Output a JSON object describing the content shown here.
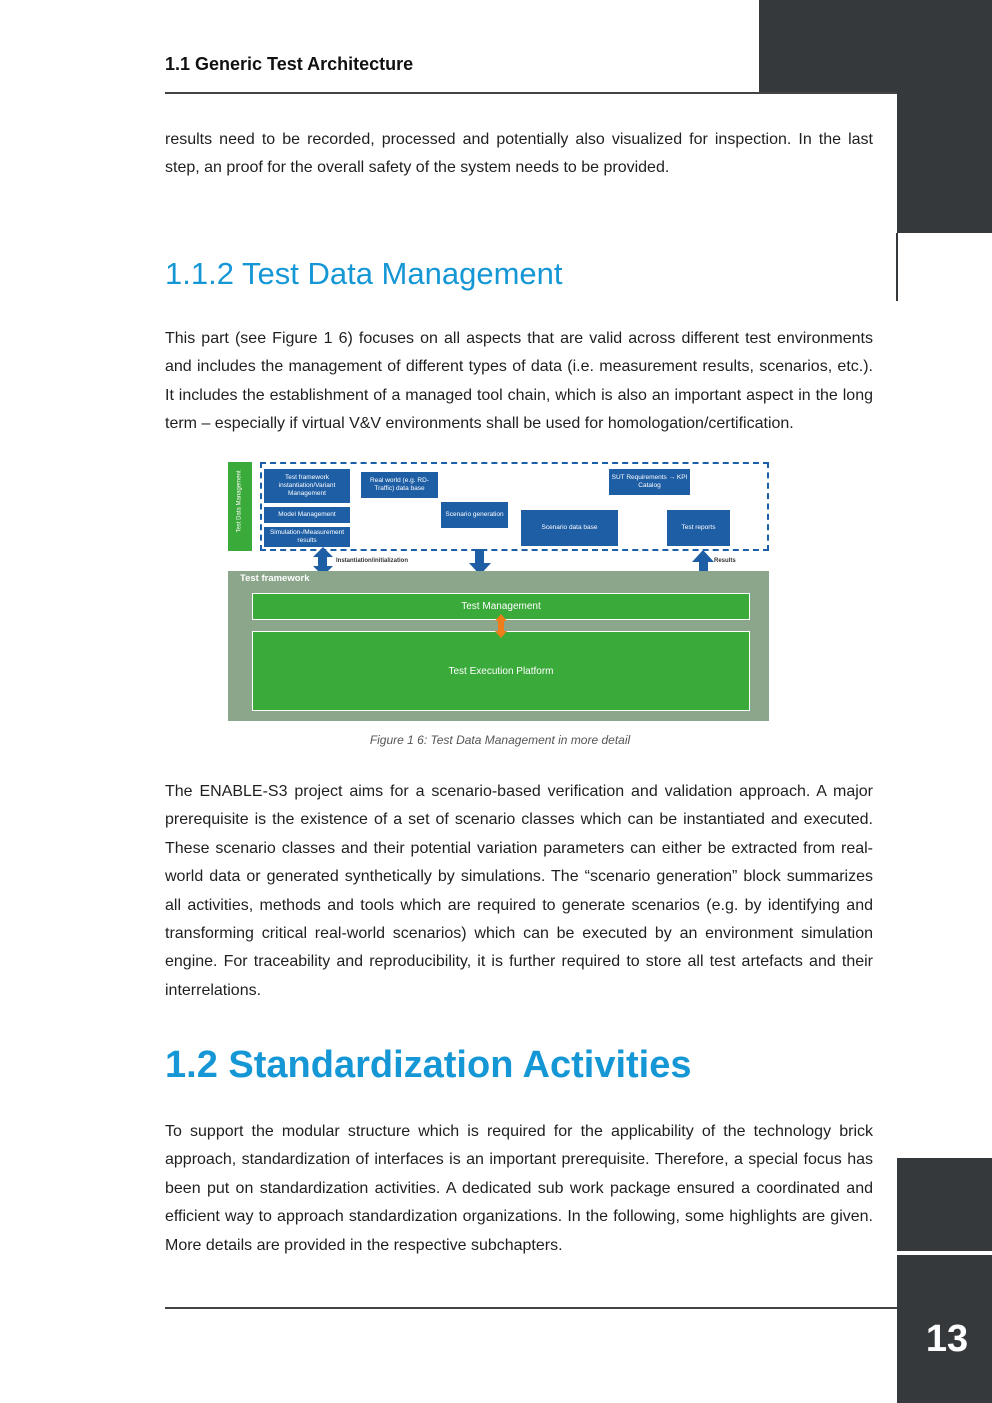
{
  "header": {
    "title": "1.1 Generic Test Architecture"
  },
  "intro_paragraph": "results need to be recorded, processed and potentially also visualized for inspection. In the last step, an proof for the overall safety of the system needs to be provided.",
  "section_112": {
    "heading": "1.1.2 Test Data Management",
    "paragraph": "This part (see Figure 1 6) focuses on all aspects that are valid across different test environments and includes the management of different types of data (i.e. measurement results, scenarios, etc.). It includes the establishment of a managed tool chain, which is also an important aspect in the long term – especially if virtual V&V environments shall be used for homologation/certification."
  },
  "figure": {
    "test_data_management_label": "Test Data Management",
    "boxes": {
      "test_framework_instantiation": "Test framework instantiation/Variant Management",
      "model_management": "Model Management",
      "simulation_results": "Simulation-/Measurement results",
      "real_world_database": "Real world (e.g. RD-Traffic) data base",
      "scenario_generation": "Scenario generation",
      "scenario_database": "Scenario data base",
      "sut_requirements": "SUT Requirements → KPI Catalog",
      "test_reports": "Test reports"
    },
    "arrow_labels": {
      "instantiation": "Instantiation/initialization",
      "results": "Results"
    },
    "test_framework": "Test framework",
    "test_management": "Test Management",
    "test_execution_platform": "Test Execution Platform",
    "caption": "Figure 1 6: Test Data Management in more detail"
  },
  "paragraph_enable": "The ENABLE-S3 project aims for a scenario-based verification and validation approach. A major prerequisite is the existence of a set of scenario classes which can be instantiated and executed. These scenario classes and their potential variation parameters can either be extracted from real-world data or generated synthetically by simulations. The “scenario generation” block summarizes all activities, methods and tools which are required to generate scenarios (e.g. by identifying and transforming critical real-world scenarios) which can be executed by an environment simulation engine. For traceability and reproducibility, it is further required to store all test artefacts and their interrelations.",
  "section_12": {
    "heading": "1.2 Standardization Activities",
    "paragraph": "To support the modular structure which is required for the applicability of the technology brick approach, standardization of interfaces is an important prerequisite. Therefore, a special focus has been put on standardization activities. A dedicated sub work package ensured a coordinated and efficient way to approach standardization organizations. In the following, some highlights are given. More details are provided in the respective subchapters."
  },
  "page_number": "13"
}
